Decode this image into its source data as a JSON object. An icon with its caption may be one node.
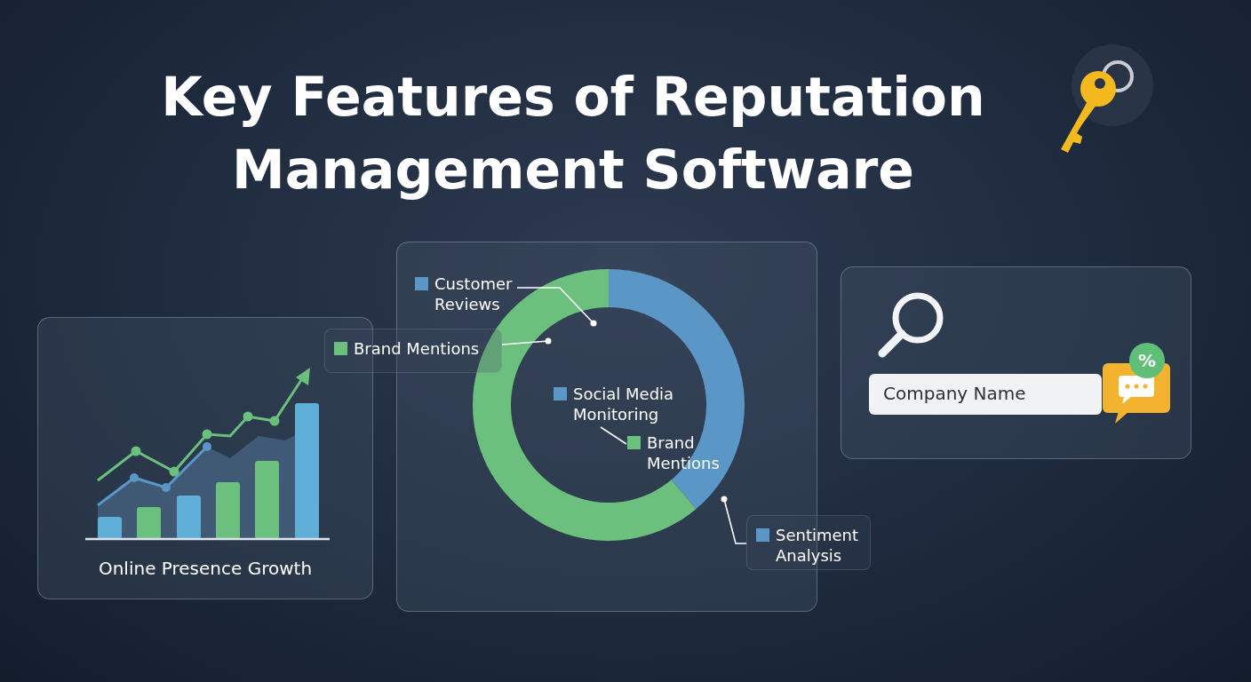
{
  "diagram": {
    "title": "Key Features of Reputation Management Software",
    "nodes": [
      {
        "text": [
          "Online Presence Growth"
        ]
      },
      {
        "text": [],
        "shape": "box"
      },
      {
        "text": [
          "Customer Reviews"
        ],
        "in": 1
      },
      {
        "text": [
          "Brand Mentions"
        ]
      },
      {
        "text": [
          "Social Media Monitoring"
        ],
        "in": 1
      },
      {
        "text": [
          "Brand Mentions"
        ],
        "in": 1
      },
      {
        "text": [
          "Sentiment Analysis"
        ]
      },
      {
        "text": [],
        "shape": "box"
      },
      {
        "text": [
          "Company Name"
        ],
        "in": 7
      }
    ],
    "edges": [
      {
        "from": 2,
        "to": null,
        "arrow": "other"
      },
      {
        "from": 3,
        "to": null,
        "arrow": "other"
      },
      {
        "from": 4,
        "to": 5,
        "arrow": "none"
      },
      {
        "from": 6,
        "to": null,
        "arrow": "other"
      }
    ],
    "labels": [
      "%"
    ]
  }
}
